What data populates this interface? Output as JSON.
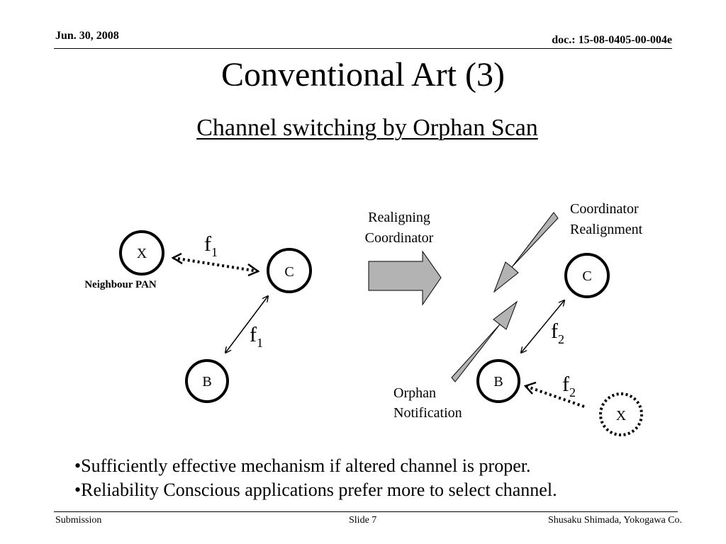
{
  "header": {
    "date": "Jun. 30, 2008",
    "doc_id": "doc.: 15-08-0405-00-004e"
  },
  "title": "Conventional Art (3)",
  "subtitle": "Channel switching by Orphan Scan",
  "diagram": {
    "left": {
      "node_x": "X",
      "node_c": "C",
      "node_b": "B",
      "neighbour_label": "Neighbour PAN",
      "freq_xc": {
        "base": "f",
        "sub": "1"
      },
      "freq_cb": {
        "base": "f",
        "sub": "1"
      }
    },
    "transition_label_line1": "Realigning",
    "transition_label_line2": "Coordinator",
    "right": {
      "coord_realign_line1": "Coordinator",
      "coord_realign_line2": "Realignment",
      "orphan_line1": "Orphan",
      "orphan_line2": "Notification",
      "node_c": "C",
      "node_b": "B",
      "node_x": "X",
      "freq_bc": {
        "base": "f",
        "sub": "2"
      },
      "freq_xb": {
        "base": "f",
        "sub": "2"
      }
    }
  },
  "bullets": [
    "•Sufficiently effective mechanism if altered channel is proper.",
    "•Reliability Conscious applications prefer more to select channel."
  ],
  "footer": {
    "left": "Submission",
    "center": "Slide 7",
    "right": "Shusaku Shimada,  Yokogawa Co."
  },
  "colors": {
    "arrow_fill": "#b3b3b3",
    "stroke": "#000000"
  }
}
